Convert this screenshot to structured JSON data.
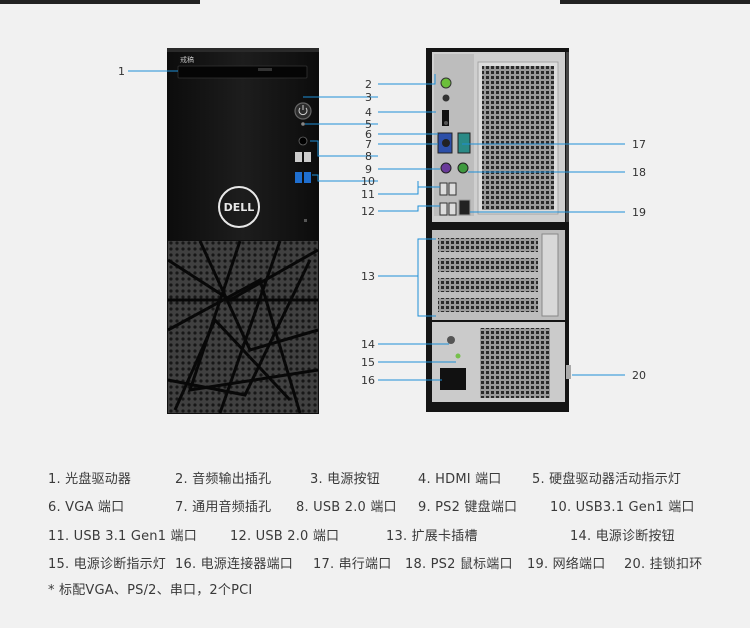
{
  "front_brand": "戒稿",
  "callouts": [
    "1",
    "2",
    "3",
    "4",
    "5",
    "6",
    "7",
    "8",
    "9",
    "10",
    "11",
    "12",
    "13",
    "14",
    "15",
    "16",
    "17",
    "18",
    "19",
    "20"
  ],
  "legend": [
    [
      "1. 光盘驱动器",
      "2. 音频输出插孔",
      "3. 电源按钮",
      "4. HDMI 端口",
      "5. 硬盘驱动器活动指示灯"
    ],
    [
      "6. VGA 端口",
      "7. 通用音频插孔",
      "8. USB 2.0 端口",
      "9. PS2 键盘端口",
      "10. USB3.1 Gen1 端口"
    ],
    [
      "11. USB 3.1 Gen1 端口",
      "12. USB 2.0 端口",
      "13. 扩展卡插槽",
      "14. 电源诊断按钮"
    ],
    [
      "15. 电源诊断指示灯",
      "16. 电源连接器端口",
      "17. 串行端口",
      "18. PS2 鼠标端口",
      "19. 网络端口",
      "20. 挂锁扣环"
    ]
  ],
  "note": "* 标配VGA、PS/2、串口，2个PCI",
  "colors": {
    "background": "#f1f1f1",
    "callout_line": "#1e8fd6",
    "tower": "#111111",
    "text": "#3a3a3a"
  },
  "icons": {
    "front_logo": "dell-logo",
    "power": "power-button-icon"
  }
}
